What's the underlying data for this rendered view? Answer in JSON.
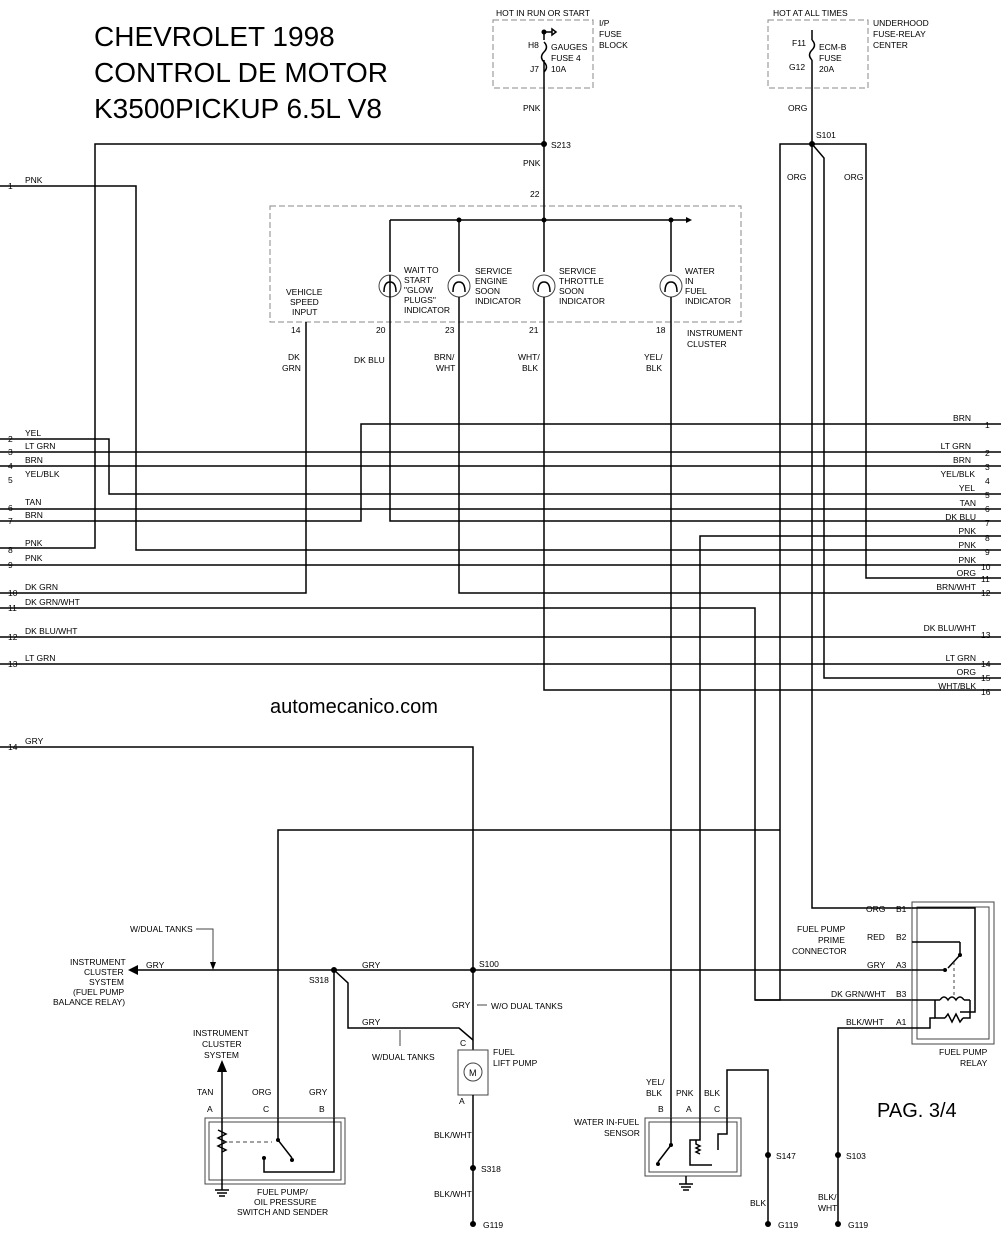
{
  "title": {
    "line1": "CHEVROLET 1998",
    "line2": "CONTROL DE MOTOR",
    "line3": "K3500PICKUP 6.5L V8"
  },
  "watermark": "automecanico.com",
  "page": "PAG. 3/4",
  "power": {
    "run_start": "HOT IN RUN OR START",
    "ip_fuse_block": [
      "I/P",
      "FUSE",
      "BLOCK"
    ],
    "h8": "H8",
    "j7": "J7",
    "gauges_fuse": [
      "GAUGES",
      "FUSE 4",
      "10A"
    ],
    "all_times": "HOT AT ALL TIMES",
    "underhood": [
      "UNDERHOOD",
      "FUSE-RELAY",
      "CENTER"
    ],
    "f11": "F11",
    "g12": "G12",
    "ecm_fuse": [
      "ECM-B",
      "FUSE",
      "20A"
    ]
  },
  "splices": {
    "s213": "S213",
    "s101": "S101",
    "s100": "S100",
    "s318a": "S318",
    "s318b": "S318",
    "s147": "S147",
    "s103": "S103"
  },
  "grounds": {
    "g119a": "G119",
    "g119b": "G119",
    "g119c": "G119"
  },
  "cluster": {
    "pin22": "22",
    "vss": [
      "VEHICLE",
      "SPEED",
      "INPUT"
    ],
    "glow": [
      "WAIT TO",
      "START",
      "\"GLOW",
      "PLUGS\"",
      "INDICATOR"
    ],
    "ses": [
      "SERVICE",
      "ENGINE",
      "SOON",
      "INDICATOR"
    ],
    "sts": [
      "SERVICE",
      "THROTTLE",
      "SOON",
      "INDICATOR"
    ],
    "wif": [
      "WATER",
      "IN",
      "FUEL",
      "INDICATOR"
    ],
    "pins": [
      "14",
      "20",
      "23",
      "21",
      "18"
    ],
    "label": [
      "INSTRUMENT",
      "CLUSTER"
    ]
  },
  "wires": {
    "pnk": "PNK",
    "org": "ORG",
    "dk_grn": [
      "DK",
      "GRN"
    ],
    "dk_blu": "DK BLU",
    "brn_wht": [
      "BRN/",
      "WHT"
    ],
    "wht_blk": [
      "WHT/",
      "BLK"
    ],
    "yel_blk": [
      "YEL/",
      "BLK"
    ],
    "gry": "GRY",
    "tan": "TAN",
    "blk": "BLK",
    "blk_wht": "BLK/WHT",
    "blk_wht_split": [
      "BLK/",
      "WHT"
    ]
  },
  "left_connector": [
    {
      "pin": "1",
      "wire": "PNK"
    },
    {
      "pin": "2",
      "wire": "YEL"
    },
    {
      "pin": "3",
      "wire": "LT GRN"
    },
    {
      "pin": "4",
      "wire": "BRN"
    },
    {
      "pin": "5",
      "wire": "YEL/BLK"
    },
    {
      "pin": "6",
      "wire": "TAN"
    },
    {
      "pin": "7",
      "wire": "BRN"
    },
    {
      "pin": "8",
      "wire": "PNK"
    },
    {
      "pin": "9",
      "wire": "PNK"
    },
    {
      "pin": "10",
      "wire": "DK GRN"
    },
    {
      "pin": "11",
      "wire": "DK GRN/WHT"
    },
    {
      "pin": "12",
      "wire": "DK BLU/WHT"
    },
    {
      "pin": "13",
      "wire": "LT GRN"
    },
    {
      "pin": "14",
      "wire": "GRY"
    }
  ],
  "right_connector": [
    {
      "pin": "1",
      "wire": "BRN"
    },
    {
      "pin": "2",
      "wire": "LT GRN"
    },
    {
      "pin": "3",
      "wire": "BRN"
    },
    {
      "pin": "4",
      "wire": "YEL/BLK"
    },
    {
      "pin": "5",
      "wire": "YEL"
    },
    {
      "pin": "6",
      "wire": "TAN"
    },
    {
      "pin": "7",
      "wire": "DK BLU"
    },
    {
      "pin": "8",
      "wire": "PNK"
    },
    {
      "pin": "9",
      "wire": "PNK"
    },
    {
      "pin": "10",
      "wire": "PNK"
    },
    {
      "pin": "11",
      "wire": "ORG"
    },
    {
      "pin": "12",
      "wire": "BRN/WHT"
    },
    {
      "pin": "13",
      "wire": "DK BLU/WHT"
    },
    {
      "pin": "14",
      "wire": "LT GRN"
    },
    {
      "pin": "15",
      "wire": "ORG"
    },
    {
      "pin": "16",
      "wire": "WHT/BLK"
    }
  ],
  "lower": {
    "wdual_a": "W/DUAL TANKS",
    "wdual_b": "W/DUAL TANKS",
    "wodual": "W/O DUAL TANKS",
    "ic_system": [
      "INSTRUMENT",
      "CLUSTER",
      "SYSTEM",
      "(FUEL PUMP",
      "BALANCE RELAY)"
    ],
    "ic_system2": [
      "INSTRUMENT",
      "CLUSTER",
      "SYSTEM"
    ],
    "fuel_lift": [
      "FUEL",
      "LIFT PUMP"
    ],
    "motor": "M",
    "pump_c": "C",
    "pump_a": "A",
    "switch_pins": [
      "A",
      "C",
      "B"
    ],
    "switch_label": [
      "FUEL PUMP/",
      "OIL PRESSURE",
      "SWITCH AND SENDER"
    ],
    "wif_sensor": [
      "WATER IN-FUEL",
      "SENSOR"
    ],
    "wif_pins": [
      "B",
      "A",
      "C"
    ],
    "prime": [
      "FUEL PUMP",
      "PRIME",
      "CONNECTOR"
    ],
    "relay_label": [
      "FUEL PUMP",
      "RELAY"
    ],
    "relay_pins": [
      {
        "pin": "B1",
        "wire": "ORG"
      },
      {
        "pin": "B2",
        "wire": "RED"
      },
      {
        "pin": "A3",
        "wire": "GRY"
      },
      {
        "pin": "B3",
        "wire": "DK GRN/WHT"
      },
      {
        "pin": "A1",
        "wire": "BLK/WHT"
      }
    ]
  }
}
